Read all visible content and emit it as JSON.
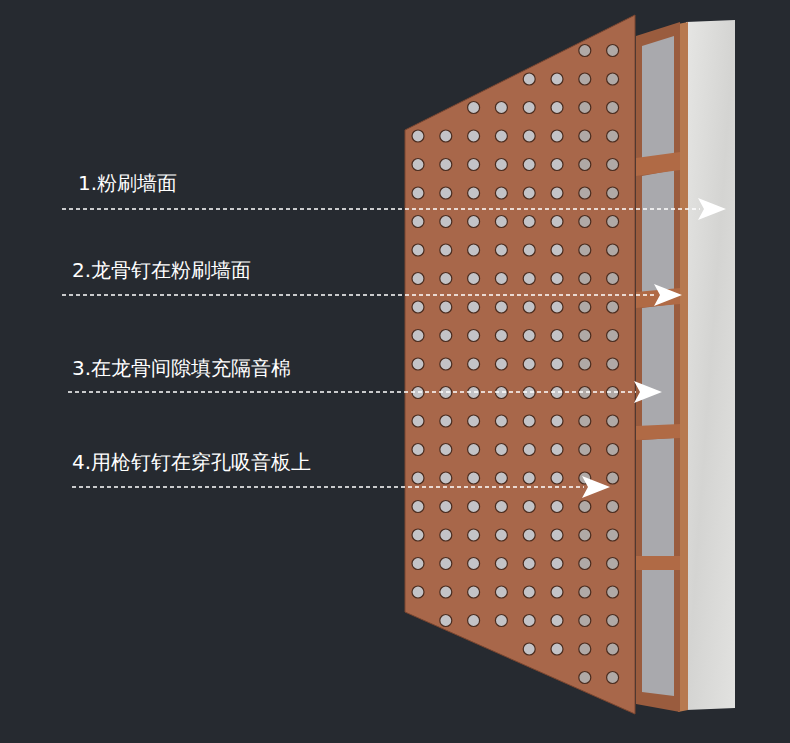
{
  "diagram": {
    "labels": [
      "1.粉刷墙面",
      "2.龙骨钉在粉刷墙面",
      "3.在龙骨间隙填充隔音棉",
      "4.用枪钉钉在穿孔吸音板上"
    ]
  }
}
